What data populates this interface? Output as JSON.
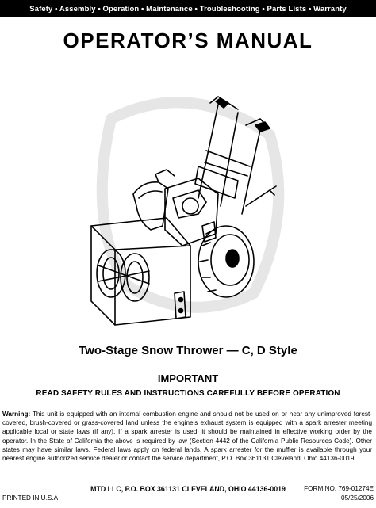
{
  "banner": {
    "text": "Safety • Assembly • Operation • Maintenance • Troubleshooting • Parts Lists • Warranty"
  },
  "header": {
    "title": "OPERATOR’S MANUAL"
  },
  "illustration": {
    "icon": "snow-thrower-illustration"
  },
  "product": {
    "title": "Two-Stage Snow Thrower — C, D Style"
  },
  "notice": {
    "heading": "IMPORTANT",
    "instruction": "READ SAFETY RULES AND INSTRUCTIONS CAREFULLY BEFORE OPERATION"
  },
  "warning": {
    "label": "Warning:",
    "text": " This unit is equipped with an internal combustion engine and should not be used on or near any unimproved forest-covered, brush-covered or grass-covered land unless the engine’s exhaust system is equipped with a spark arrester meeting applicable local or state laws (if any). If a spark arrester is used, it should be maintained in effective working order by the operator. In the State of California the above is required by law (Section 4442 of the California Public Resources Code). Other states may have similar laws. Federal laws apply on federal lands. A spark arrester for the muffler is available through your nearest engine authorized service dealer or contact the service department, P.O. Box 361131 Cleveland, Ohio 44136-0019."
  },
  "footer": {
    "address": "MTD LLC, P.O. BOX 361131 CLEVELAND, OHIO 44136-0019",
    "printed": "PRINTED IN U.S.A",
    "form_no": "FORM NO. 769-01274E",
    "date": "05/25/2006"
  }
}
